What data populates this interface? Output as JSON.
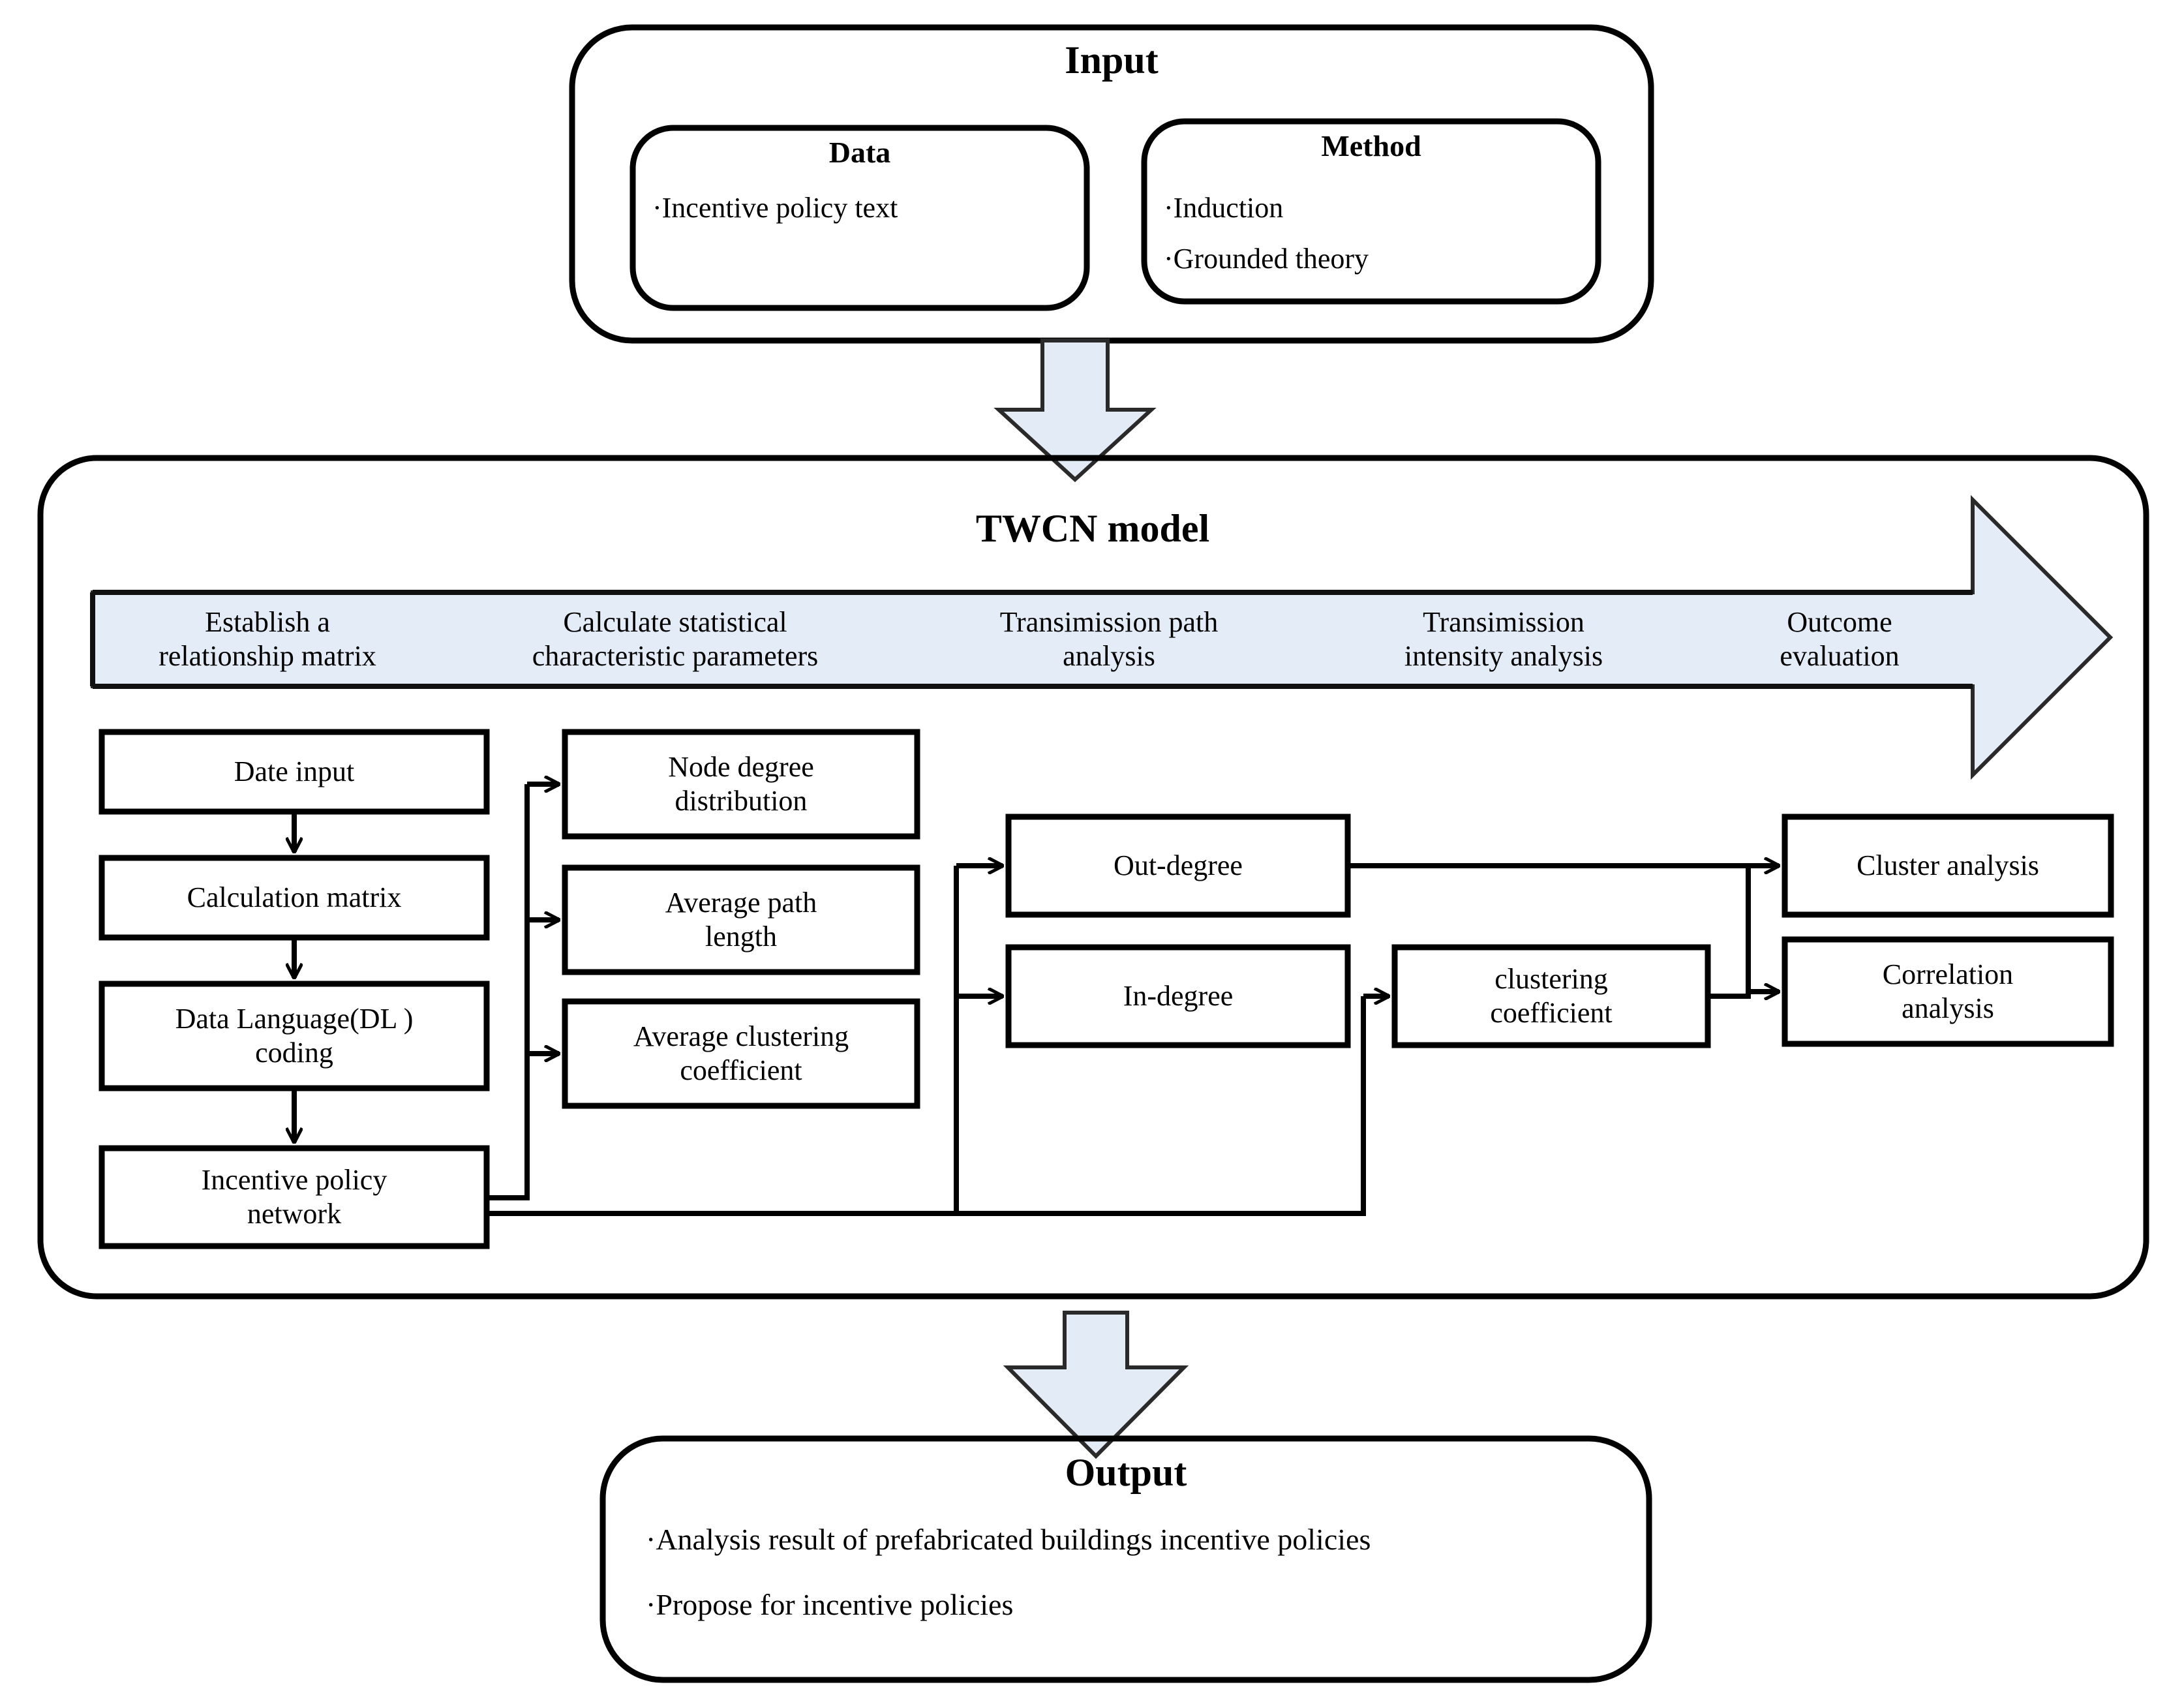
{
  "colors": {
    "band_fill": "#e4ecf7",
    "arrow_fill": "#e2ebf6",
    "stroke": "#000000",
    "thin_stroke": "#1a1a1a",
    "background": "#ffffff"
  },
  "input": {
    "title": "Input",
    "data_panel": {
      "title": "Data",
      "items": [
        "·Incentive policy text"
      ]
    },
    "method_panel": {
      "title": "Method",
      "items": [
        "·Induction",
        "·Grounded theory"
      ]
    }
  },
  "connectors": {
    "input_to_model": "down-arrow",
    "model_to_output": "down-arrow"
  },
  "model": {
    "title": "TWCN model",
    "phase_band": [
      "Establish a\nrelationship matrix",
      "Calculate statistical\ncharacteristic parameters",
      "Transimission path\nanalysis",
      "Transimission\nintensity analysis",
      "Outcome\nevaluation"
    ],
    "column1": [
      "Date input",
      "Calculation matrix",
      "Data Language(DL )\ncoding",
      "Incentive policy\nnetwork"
    ],
    "column2": [
      "Node degree\ndistribution",
      "Average path\nlength",
      "Average clustering\ncoefficient"
    ],
    "column3": [
      "Out-degree",
      "In-degree"
    ],
    "column4": [
      "clustering\ncoefficient"
    ],
    "column5": [
      "Cluster analysis",
      "Correlation\nanalysis"
    ]
  },
  "output": {
    "title": "Output",
    "items": [
      "·Analysis result of prefabricated buildings incentive policies",
      "·Propose for incentive policies"
    ]
  }
}
